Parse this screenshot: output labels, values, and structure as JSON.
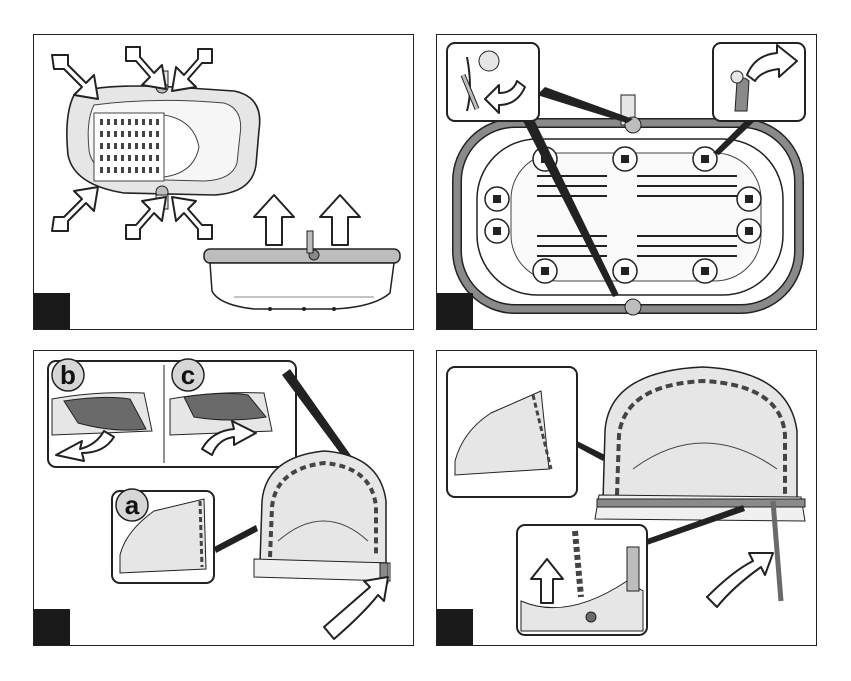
{
  "panels": [
    {
      "id": "panel-1"
    },
    {
      "id": "panel-2"
    },
    {
      "id": "panel-3",
      "insets": [
        "a",
        "b",
        "c"
      ]
    },
    {
      "id": "panel-4"
    }
  ],
  "colors": {
    "line": "#222222",
    "frame_gray": "#8a8a8a",
    "light_fill": "#e6e6e6",
    "mid_fill": "#bdbdbd",
    "dark_fill": "#6a6a6a",
    "step_box": "#1a1a1a"
  }
}
